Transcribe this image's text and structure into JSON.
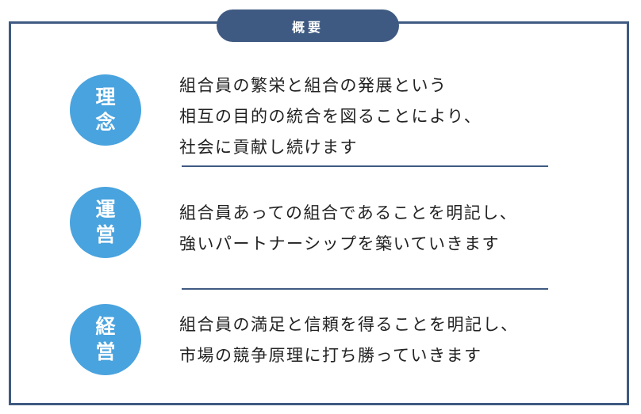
{
  "title": "概要",
  "sections": [
    {
      "badge": [
        "理",
        "念"
      ],
      "lines": [
        "組合員の繁栄と組合の発展という",
        "相互の目的の統合を図ることにより、",
        "社会に貢献し続けます"
      ]
    },
    {
      "badge": [
        "運",
        "営"
      ],
      "lines": [
        "組合員あっての組合であることを明記し、",
        "強いパートナーシップを築いていきます"
      ]
    },
    {
      "badge": [
        "経",
        "営"
      ],
      "lines": [
        "組合員の満足と信頼を得ることを明記し、",
        "市場の競争原理に打ち勝っていきます"
      ]
    }
  ],
  "colors": {
    "frame": "#3f5a82",
    "badge": "#49a3de",
    "text": "#222222"
  }
}
